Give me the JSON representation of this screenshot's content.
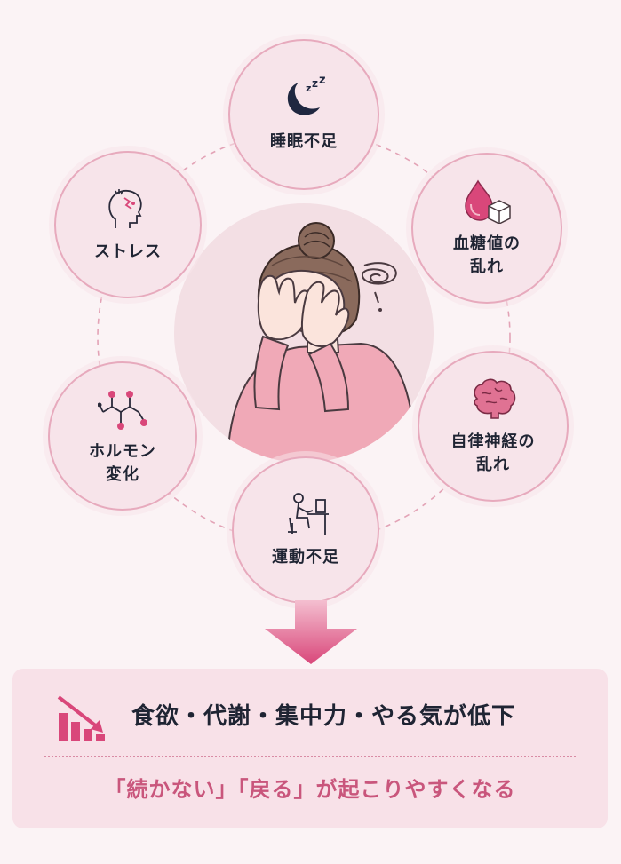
{
  "factors": [
    {
      "id": "sleep",
      "label": "睡眠不足",
      "icon": "moon-zzz-icon"
    },
    {
      "id": "blood-sugar",
      "label": "血糖値の\n乱れ",
      "icon": "blood-drop-sugar-cube-icon"
    },
    {
      "id": "autonomic",
      "label": "自律神経の\n乱れ",
      "icon": "brain-icon"
    },
    {
      "id": "exercise",
      "label": "運動不足",
      "icon": "person-at-desk-icon"
    },
    {
      "id": "hormone",
      "label": "ホルモン\n変化",
      "icon": "molecule-icon"
    },
    {
      "id": "stress",
      "label": "ストレス",
      "icon": "head-stress-icon"
    }
  ],
  "center": {
    "icon": "troubled-woman-illustration"
  },
  "result": {
    "icon": "declining-bar-chart-icon",
    "effect": "食欲・代謝・集中力・やる気が低下",
    "consequence": "「続かない」「戻る」が起こりやすくなる"
  },
  "colors": {
    "background": "#fbf3f5",
    "node_fill": "#f7e4ea",
    "node_border": "#e7aabd",
    "accent": "#d9477a",
    "consequence_text": "#c9567c",
    "text": "#1f2433"
  }
}
